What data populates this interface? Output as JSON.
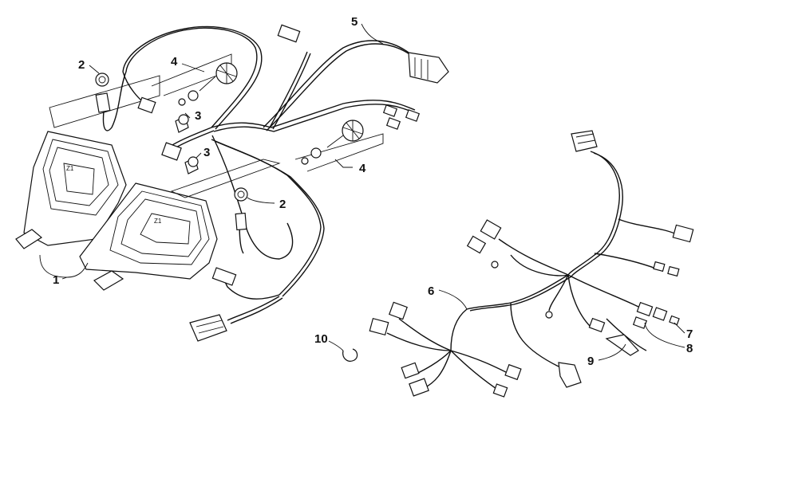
{
  "diagram": {
    "callouts": [
      {
        "id": "1",
        "label": "1"
      },
      {
        "id": "2a",
        "label": "2"
      },
      {
        "id": "2b",
        "label": "2"
      },
      {
        "id": "3a",
        "label": "3"
      },
      {
        "id": "3b",
        "label": "3"
      },
      {
        "id": "4a",
        "label": "4"
      },
      {
        "id": "4b",
        "label": "4"
      },
      {
        "id": "5",
        "label": "5"
      },
      {
        "id": "6",
        "label": "6"
      },
      {
        "id": "7",
        "label": "7"
      },
      {
        "id": "8",
        "label": "8"
      },
      {
        "id": "9",
        "label": "9"
      },
      {
        "id": "10",
        "label": "10"
      }
    ],
    "colors": {
      "line": "#111111",
      "background": "#ffffff"
    }
  }
}
